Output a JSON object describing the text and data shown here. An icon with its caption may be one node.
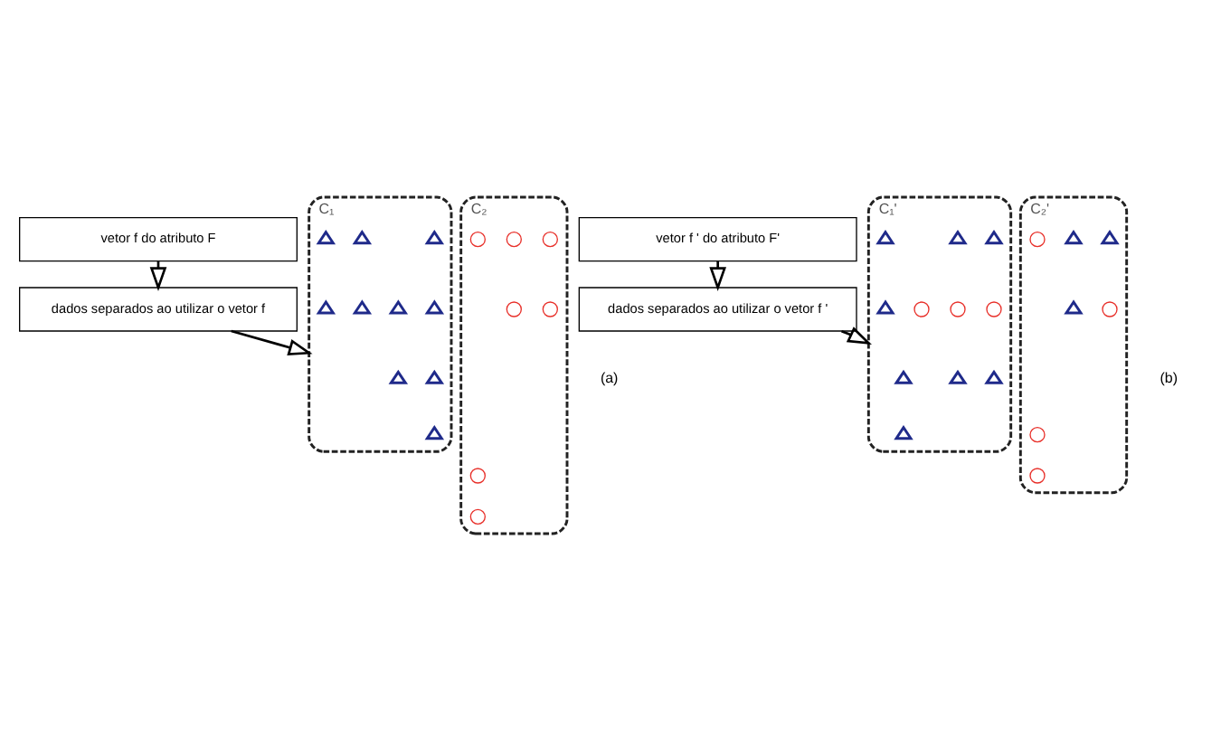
{
  "diagram": {
    "nodes": [
      {
        "text": [
          "vetor f do atributo F"
        ]
      },
      {
        "text": [
          "vetor f ' do atributo F'"
        ]
      },
      {
        "text": [
          "dados separados ao utilizar o vetor f"
        ]
      },
      {
        "text": [
          "dados separados ao utilizar o vetor f '"
        ]
      },
      {
        "text": [
          "C₁"
        ]
      },
      {
        "text": [],
        "shape": "triangle",
        "in": 4
      },
      {
        "text": [],
        "shape": "triangle",
        "in": 4
      },
      {
        "text": [],
        "shape": "triangle",
        "in": 4
      },
      {
        "text": [],
        "shape": "triangle",
        "in": 4
      },
      {
        "text": [],
        "shape": "triangle",
        "in": 4
      },
      {
        "text": [],
        "shape": "triangle",
        "in": 4
      },
      {
        "text": [],
        "shape": "triangle",
        "in": 4
      },
      {
        "text": [],
        "shape": "triangle",
        "in": 4
      },
      {
        "text": [],
        "shape": "triangle",
        "in": 4
      },
      {
        "text": [],
        "shape": "triangle",
        "in": 4
      },
      {
        "text": [
          "C₂"
        ]
      },
      {
        "text": [],
        "shape": "circle",
        "in": 15
      },
      {
        "text": [],
        "shape": "circle",
        "in": 15
      },
      {
        "text": [],
        "shape": "circle",
        "in": 15
      },
      {
        "text": [],
        "shape": "circle",
        "in": 15
      },
      {
        "text": [],
        "shape": "circle",
        "in": 15
      },
      {
        "text": [],
        "shape": "circle",
        "in": 15
      },
      {
        "text": [],
        "shape": "circle",
        "in": 15
      },
      {
        "text": [
          "C₁'"
        ]
      },
      {
        "text": [],
        "shape": "triangle",
        "in": 23
      },
      {
        "text": [],
        "shape": "circle",
        "in": 23
      },
      {
        "text": [],
        "shape": "triangle",
        "in": 23
      },
      {
        "text": [],
        "shape": "triangle",
        "in": 23
      },
      {
        "text": [],
        "shape": "circle",
        "in": 23
      },
      {
        "text": [],
        "shape": "triangle",
        "in": 23
      },
      {
        "text": [],
        "shape": "circle",
        "in": 23
      },
      {
        "text": [],
        "shape": "triangle",
        "in": 23
      },
      {
        "text": [],
        "shape": "triangle",
        "in": 23
      },
      {
        "text": [],
        "shape": "triangle",
        "in": 23
      },
      {
        "text": [],
        "shape": "triangle",
        "in": 23
      },
      {
        "text": [
          "C₂'"
        ]
      },
      {
        "text": [],
        "shape": "circle",
        "in": 35
      },
      {
        "text": [],
        "shape": "triangle",
        "in": 35
      },
      {
        "text": [],
        "shape": "triangle",
        "in": 35
      },
      {
        "text": [],
        "shape": "circle",
        "in": 35
      },
      {
        "text": [],
        "shape": "circle",
        "in": 35
      },
      {
        "text": [],
        "shape": "circle",
        "in": 35
      },
      {
        "text": [],
        "shape": "triangle",
        "in": 35
      }
    ],
    "edges": [
      {
        "from": 0,
        "to": 2,
        "arrow": "to"
      },
      {
        "from": 2,
        "to": 4,
        "arrow": "to"
      },
      {
        "from": 1,
        "to": 3,
        "arrow": "to"
      },
      {
        "from": 3,
        "to": 23,
        "arrow": "to"
      }
    ],
    "labels": [
      "(a)",
      "(b)"
    ]
  }
}
